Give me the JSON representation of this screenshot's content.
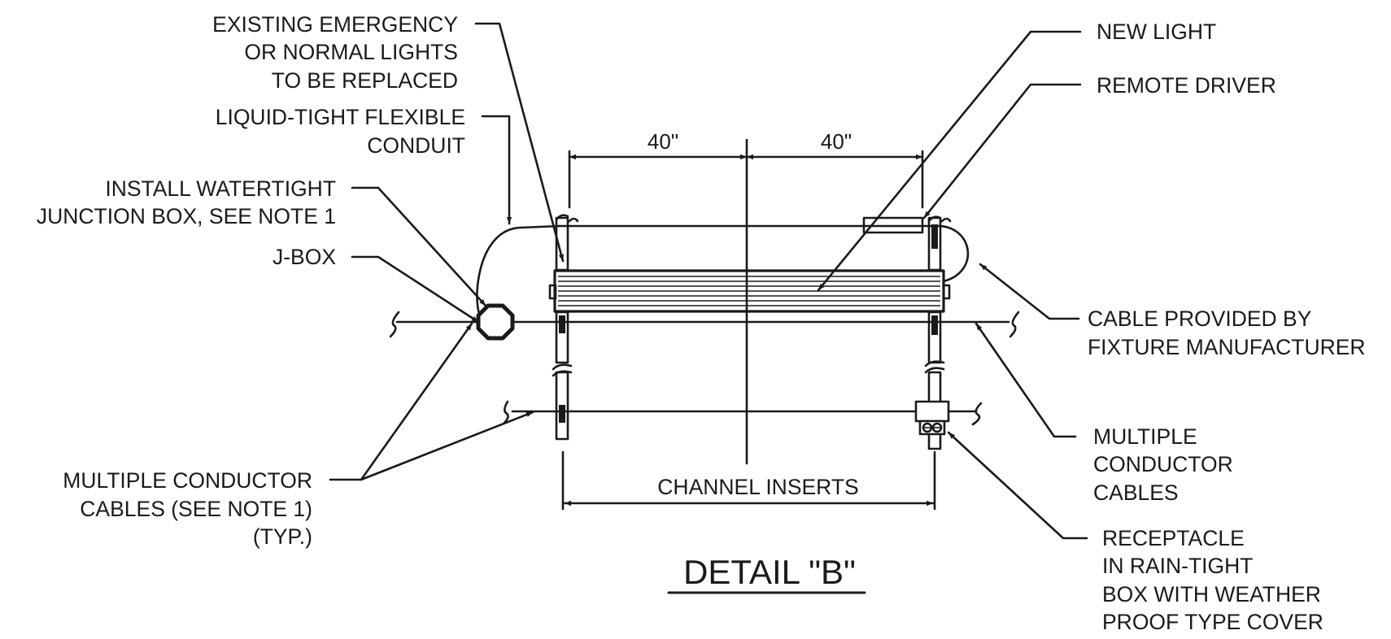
{
  "labels": {
    "existing_lights": [
      "EXISTING EMERGENCY",
      "OR NORMAL LIGHTS",
      "TO BE REPLACED"
    ],
    "conduit": [
      "LIQUID-TIGHT FLEXIBLE",
      "CONDUIT"
    ],
    "junction_box": [
      "INSTALL WATERTIGHT",
      "JUNCTION BOX, SEE NOTE 1"
    ],
    "jbox": [
      "J-BOX"
    ],
    "cables_left": [
      "MULTIPLE CONDUCTOR",
      "CABLES (SEE NOTE 1)",
      "(TYP.)"
    ],
    "new_light": [
      "NEW LIGHT"
    ],
    "remote_driver": [
      "REMOTE DRIVER"
    ],
    "cable_provided": [
      "CABLE PROVIDED BY",
      "FIXTURE MANUFACTURER"
    ],
    "cables_right": [
      "MULTIPLE",
      "CONDUCTOR",
      "CABLES"
    ],
    "receptacle": [
      "RECEPTACLE",
      "IN RAIN-TIGHT",
      "BOX WITH WEATHER",
      "PROOF TYPE COVER"
    ]
  },
  "dimensions": {
    "left_span": "40\"",
    "right_span": "40\"",
    "channel_inserts": "CHANNEL INSERTS"
  },
  "title": "DETAIL \"B\""
}
